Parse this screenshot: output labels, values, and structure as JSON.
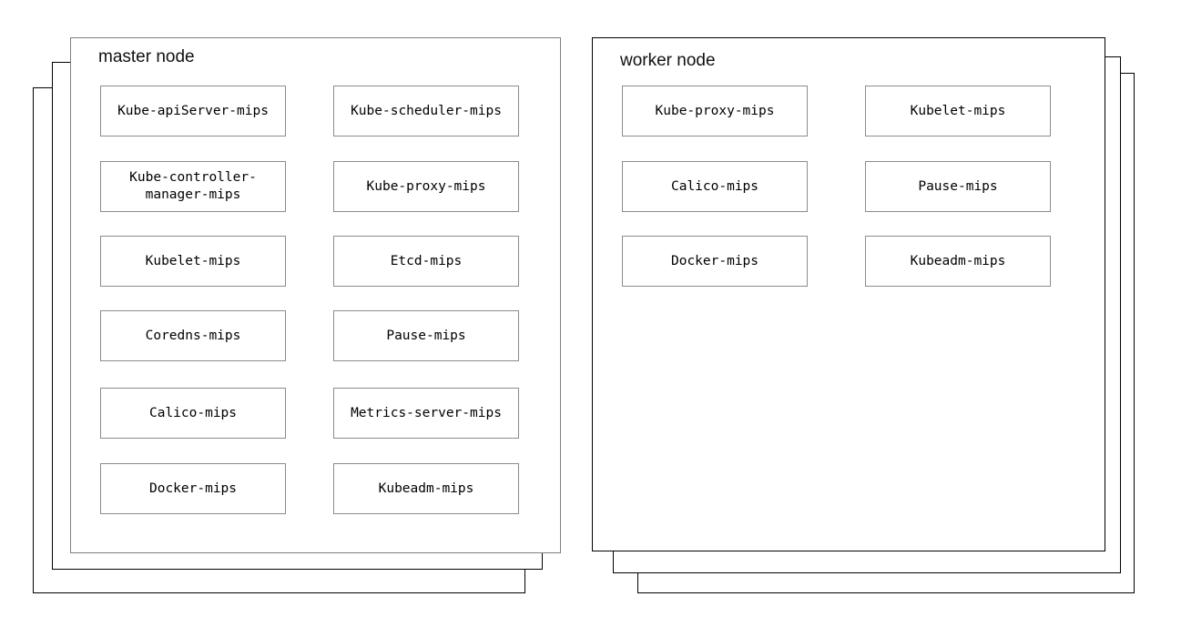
{
  "diagram": {
    "type": "kubernetes-cluster-node-diagram",
    "background_color": "#ffffff",
    "box_border_color": "#8c8c8c",
    "card_border_color_front_master": "#808080",
    "card_border_color_back": "#000000",
    "groups": [
      {
        "id": "master-node",
        "title": "master node",
        "stack_direction": "down-left",
        "stack_count": 3,
        "columns": [
          {
            "id": "master-col-1",
            "items": [
              {
                "label": "Kube-apiServer-mips"
              },
              {
                "label": "Kube-controller-manager-mips"
              },
              {
                "label": "Kubelet-mips"
              },
              {
                "label": "Coredns-mips"
              },
              {
                "label": "Calico-mips"
              },
              {
                "label": "Docker-mips"
              }
            ]
          },
          {
            "id": "master-col-2",
            "items": [
              {
                "label": "Kube-scheduler-mips"
              },
              {
                "label": "Kube-proxy-mips"
              },
              {
                "label": "Etcd-mips"
              },
              {
                "label": "Pause-mips"
              },
              {
                "label": "Metrics-server-mips"
              },
              {
                "label": "Kubeadm-mips"
              }
            ]
          }
        ]
      },
      {
        "id": "worker-node",
        "title": "worker node",
        "stack_direction": "down-right",
        "stack_count": 3,
        "columns": [
          {
            "id": "worker-col-1",
            "items": [
              {
                "label": "Kube-proxy-mips"
              },
              {
                "label": "Calico-mips"
              },
              {
                "label": "Docker-mips"
              }
            ]
          },
          {
            "id": "worker-col-2",
            "items": [
              {
                "label": "Kubelet-mips"
              },
              {
                "label": "Pause-mips"
              },
              {
                "label": "Kubeadm-mips"
              }
            ]
          }
        ]
      }
    ]
  }
}
